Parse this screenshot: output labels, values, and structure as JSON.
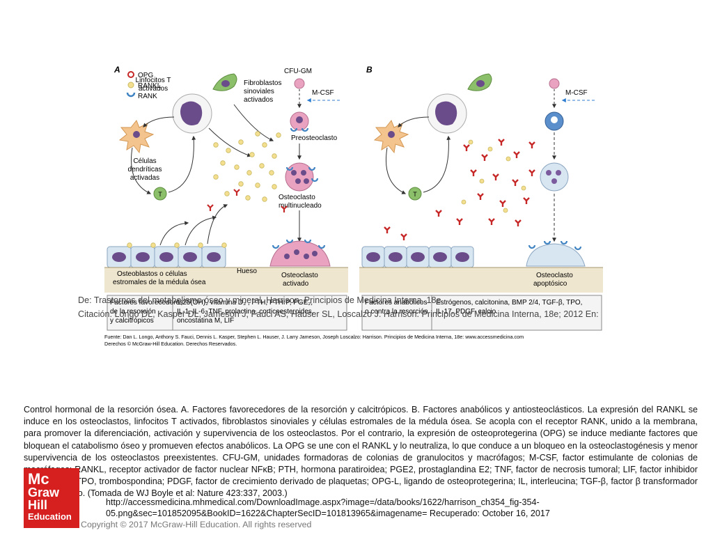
{
  "panel_a": {
    "letter": "A",
    "legend": [
      "OPG",
      "RANKL",
      "RANK"
    ],
    "labels": {
      "t_cells": [
        "Linfocitos T",
        "activados"
      ],
      "fibroblasts": [
        "Fibroblastos",
        "sinoviales",
        "activados"
      ],
      "cfu": "CFU-GM",
      "mcsf": "M-CSF",
      "dendritic": [
        "Células",
        "dendríticas",
        "activadas"
      ],
      "t_mark": "T",
      "preosteoclast": "Preosteoclasto",
      "multinucleated": [
        "Osteoclasto",
        "multinucleado"
      ],
      "osteoblasts": [
        "Osteoblastos o células",
        "estromales de la médula ósea"
      ],
      "bone": "Hueso",
      "active_osteoclast": [
        "Osteoclasto",
        "activado"
      ]
    },
    "box_title": [
      "Factores favorecedores",
      "de la resorción",
      "y calcitrópicos"
    ],
    "box_text": [
      "1,25(OH)₂ vitamina D₃ , PTH, PTHrP, PGE₂,",
      "IL-1, IL-6, TNF, prolactina, corticoesteroides,",
      "oncostatina M, LIF"
    ]
  },
  "panel_b": {
    "letter": "B",
    "mcsf": "M-CSF",
    "t_mark": "T",
    "apoptotic": [
      "Osteoclasto",
      "apoptósico"
    ],
    "box_title": [
      "Factores anabólicos",
      "o contra la resorción"
    ],
    "box_text": [
      "Estrógenos, calcitonina, BMP 2/4, TGF-β, TPO,",
      "IL-17, PDGF, calcio"
    ]
  },
  "figure_source": [
    "Fuente: Dan L. Longo, Anthony S. Fauci, Dennis L. Kasper, Stephen L. Hauser, J. Larry Jameson, Joseph Loscalzo: Harrison. Principios de Medicina Interna, 18e: www.accessmedicina.com",
    "Derechos © McGraw-Hill Education. Derechos Reservados."
  ],
  "caption": "Control hormonal de la resorción ósea. A. Factores favorecedores de la resorción y calcitrópicos. B. Factores anabólicos y antiosteoclásticos. La expresión del RANKL se induce en los osteoclastos, linfocitos T activados, fibroblastos sinoviales y células estromales de la médula ósea. Se acopla con el receptor RANK, unido a la membrana, para promover la diferenciación, activación y supervivencia de los osteoclastos. Por el contrario, la expresión de osteoprotegerina (OPG) se induce mediante factores que bloquean el catabolismo óseo y promueven efectos anabólicos. La OPG se une con el RANKL y lo neutraliza, lo que conduce a un bloqueo en la osteoclastogénesis y menor supervivencia de los osteoclastos preexistentes. CFU-GM, unidades formadoras de colonias de granulocitos y macrófagos; M-CSF, factor estimulante de colonias de macrófagos; RANKL, receptor activador de factor nuclear NFκB; PTH, hormona paratiroidea; PGE2, prostaglandina E2; TNF, factor de necrosis tumoral; LIF, factor inhibidor de leucemia; TPO, trombospondina; PDGF, factor de crecimiento derivado de plaquetas; OPG-L, ligando de osteoprotegerina; IL, interleucina; TGF-β, factor β transformador del crecimiento. (Tomada de WJ Boyle et al: Nature 423:337, 2003.)",
  "citation": {
    "from": "De: Trastornos del metabolismo óseo y mineral, Harrison. Principios de Medicina Interna, 18e",
    "cite": "Citación: Longo DL, Kasper DL, Jameson J, Fauci AS, Hauser SL, Loscalzo J. Harrison. Principios de Medicina Interna, 18e; 2012 En:",
    "url1": "http://accessmedicina.mhmedical.com/DownloadImage.aspx?image=/data/books/1622/harrison_ch354_fig-354-",
    "url2": "05.png&sec=101852095&BookID=1622&ChapterSecID=101813965&imagename= Recuperado: October 16, 2017"
  },
  "copyright": "Copyright © 2017 McGraw-Hill Education. All rights reserved",
  "logo": [
    "Mc",
    "Graw",
    "Hill",
    "Education"
  ],
  "colors": {
    "opg_red": "#c62828",
    "rankl_yellow": "#f3df8f",
    "rank_blue": "#3f83c2",
    "cell_purple": "#7a4f8f",
    "bone": "#efe6cf"
  }
}
